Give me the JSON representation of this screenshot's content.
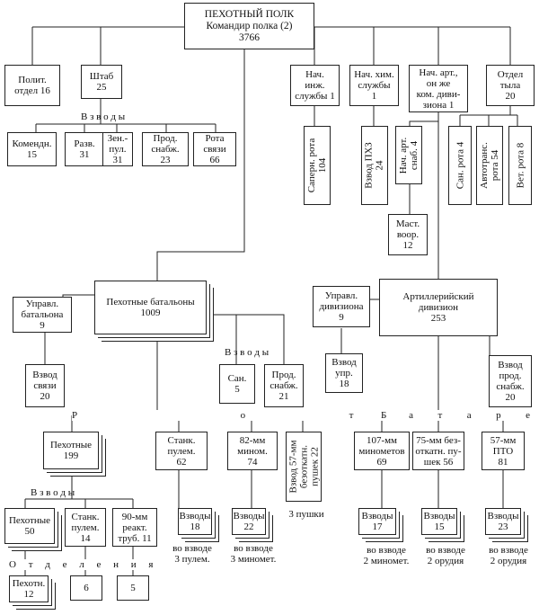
{
  "boxes": {
    "regiment": "ПЕХОТНЫЙ ПОЛК\nКомандир полка (2)\n3766",
    "polit": "Полит.\nотдел 16",
    "shtab": "Штаб\n25",
    "nach_inzh": "Нач.\nинж.\nслужбы 1",
    "nach_him": "Нач. хим.\nслужбы\n1",
    "nach_art": "Нач. арт.,\nон же\nком. диви-\nзиона 1",
    "otdel_tyla": "Отдел\nтыла\n20",
    "komend": "Комендн.\n15",
    "razv": "Разв.\n31",
    "zen_pul": "Зен.-\nпул.\n31",
    "prod_snab_shtab": "Прод.\nснабж.\n23",
    "rota_svyazi": "Рота\nсвязи\n66",
    "saper": "Саперн. рота\n104",
    "vzvod_phz": "Взвод ПХЗ\n24",
    "nach_art_snab": "Нач. арт.\nснаб. 4",
    "mast_voor": "Маст.\nвоор.\n12",
    "san_rota": "Сан. рота 4",
    "avtotrans": "Автотранс.\nрота 54",
    "vet_rota": "Вет. рота 8",
    "battalions": "Пехотные батальоны\n1009",
    "uprav_bat": "Управл.\nбатальона\n9",
    "vzvod_svyazi": "Взвод\nсвязи\n20",
    "san": "Сан.\n5",
    "prod_snab_bat": "Прод.\nснабж.\n21",
    "art_div": "Артиллерийский\nдивизион\n253",
    "uprav_div": "Управл.\nдивизиона\n9",
    "vzvod_upr": "Взвод\nупр.\n18",
    "vzvod_prod": "Взвод\nпрод.\nснабж.\n20",
    "pehotnye_roty": "Пехотные\n199",
    "stank_pulem": "Станк.\nпулем.\n62",
    "minom_82": "82-мм\nмином.\n74",
    "vzvod_57": "Взвод 57-мм\nбезоткатн.\nпушек 22",
    "minom_107": "107-мм\nминометов\n69",
    "bezotkat_75": "75-мм без-\nоткатн. пу-\nшек 56",
    "pto_57": "57-мм\nПТО\n81",
    "pehotnye_vzvod": "Пехотные\n50",
    "stank_pulem_vzvod": "Станк.\nпулем.\n14",
    "reakt_90": "90-мм\nреакт.\nтруб. 11",
    "vzvody_18": "Взводы\n18",
    "vzvody_22": "Взводы\n22",
    "pehotn_otd": "Пехотн.\n12",
    "otd_6": "6",
    "otd_5": "5",
    "vzvody_17": "Взводы\n17",
    "vzvody_15": "Взводы\n15",
    "vzvody_23": "Взводы\n23"
  },
  "labels": {
    "vzvody_shtab": "В з в о д ы",
    "vzvody_bat": "В з в о д ы",
    "roty": "Р                                                                  о                                          т                                        ы",
    "batarei": "Б         а          т          а          р          е          и",
    "vzvody_roty": "В з в о д ы",
    "otdeleniya": "О     т     д     е     л     е     н     и     я"
  },
  "notes": {
    "pushki_3": "3 пушки",
    "pulem_3": "во взводе\n3 пулем.",
    "minom_3": "во взводе\n3 миномет.",
    "minom_2": "во взводе\n2 миномет.",
    "orudiya_2a": "во взводе\n2 орудия",
    "orudiya_2b": "во взводе\n2 орудия"
  }
}
